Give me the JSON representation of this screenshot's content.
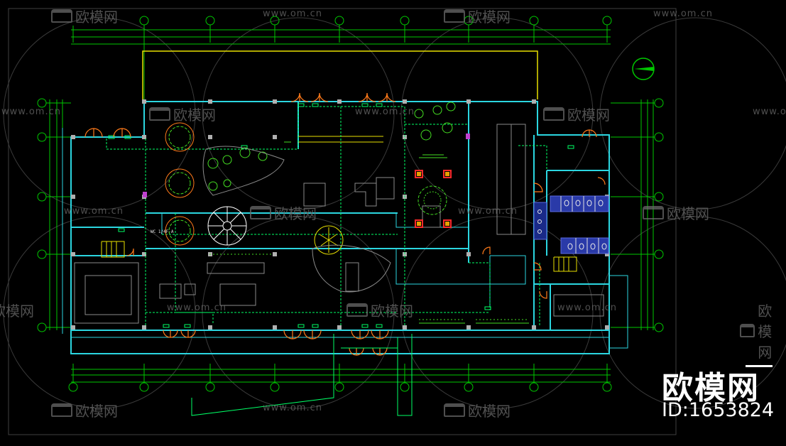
{
  "watermark": {
    "url_text": "www.om.cn",
    "brand_text": "欧模网"
  },
  "logo": {
    "brand": "欧模网",
    "id_text": "ID:1653824"
  },
  "plan_label": "WC 1/4F-A",
  "colors": {
    "background": "#000000",
    "walls": "#2bd6e0",
    "gridlines": "#00c800",
    "pipes": "#00ff66",
    "doors": "#ff7a1a",
    "stair": "#ffffff",
    "yellow": "#e8e000",
    "toilets": "#2a3aa8"
  }
}
